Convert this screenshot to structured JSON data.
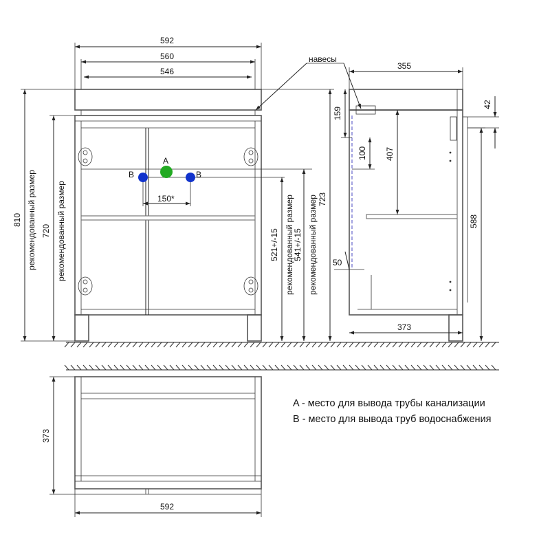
{
  "front": {
    "width_total": "592",
    "width_inner": "560",
    "width_top": "546",
    "height_total": "810",
    "height_recommended": "720",
    "height_recommended_label": "рекомендованный размер",
    "pipe_spacing": "150*",
    "pipe_a_label": "A",
    "pipe_b_label_left": "B",
    "pipe_b_label_right": "B",
    "pipe_height_1": "521+/-15",
    "pipe_height_1_label": "рекомендованный размер",
    "pipe_height_2": "541+/-15",
    "pipe_height_2_label": "рекомендованный размер",
    "height_723": "723",
    "hinges_label": "навесы"
  },
  "side": {
    "depth_total": "355",
    "dim_159": "159",
    "dim_100": "100",
    "dim_407": "407",
    "dim_42": "42",
    "dim_588": "588",
    "dim_50": "50",
    "depth_bottom": "373"
  },
  "plan": {
    "depth": "373",
    "width": "592"
  },
  "legend": {
    "a_text": "A - место для вывода трубы канализации",
    "b_text": "B - место для вывода труб водоснабжения"
  },
  "colors": {
    "pipe_a": "#22aa22",
    "pipe_b": "#1133cc",
    "water_line": "#6666cc"
  }
}
